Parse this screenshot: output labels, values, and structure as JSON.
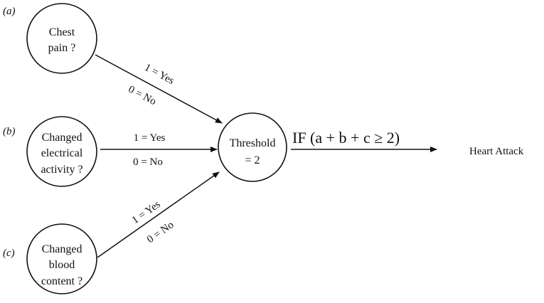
{
  "inputs": [
    {
      "tag": "(a)",
      "lines": [
        "Chest",
        "pain ?"
      ],
      "yes": "1 = Yes",
      "no": "0 = No"
    },
    {
      "tag": "(b)",
      "lines": [
        "Changed",
        "electrical",
        "activity ?"
      ],
      "yes": "1 = Yes",
      "no": "0 = No"
    },
    {
      "tag": "(c)",
      "lines": [
        "Changed",
        "blood",
        "content ?"
      ],
      "yes": "1 = Yes",
      "no": "0 = No"
    }
  ],
  "threshold": {
    "lines": [
      "Threshold",
      "= 2"
    ]
  },
  "condition": "IF (a + b + c ≥ 2)",
  "output": "Heart Attack"
}
